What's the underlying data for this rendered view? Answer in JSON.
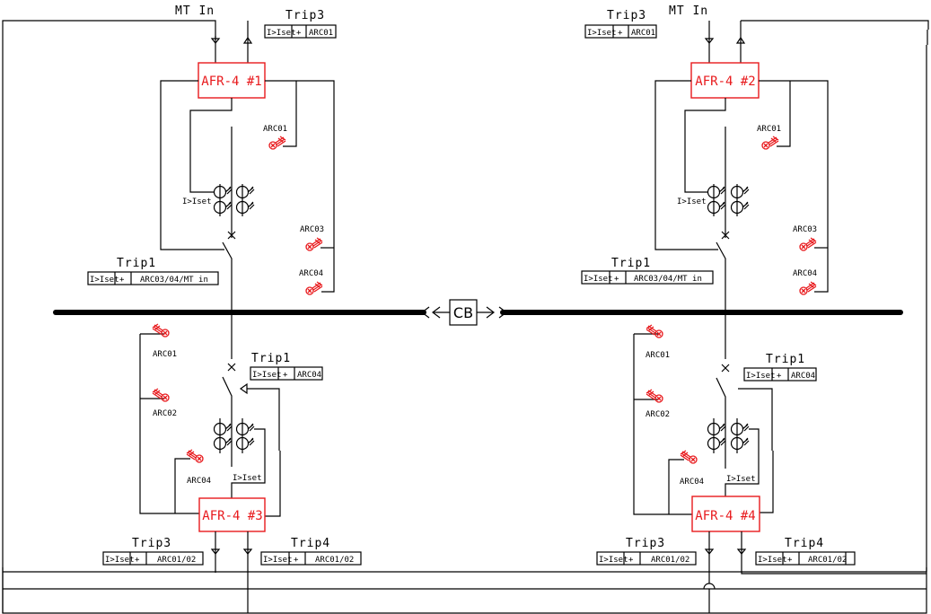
{
  "diagram": {
    "title": "Arc flash protection single-line diagram",
    "colors": {
      "relay": "#e8191c",
      "line": "#000000"
    },
    "coupler": {
      "label": "CB"
    },
    "relays": [
      {
        "id": "r1",
        "label": "AFR-4 #1"
      },
      {
        "id": "r2",
        "label": "AFR-4 #2"
      },
      {
        "id": "r3",
        "label": "AFR-4 #3"
      },
      {
        "id": "r4",
        "label": "AFR-4 #4"
      }
    ],
    "inputs": {
      "mt_in_left": "MT In",
      "mt_in_right": "MT In"
    },
    "ct_labels": {
      "r1": "I>Iset",
      "r2": "I>Iset",
      "r3": "I>Iset",
      "r4": "I>Iset"
    },
    "sensors": {
      "r1": [
        "ARC01",
        "ARC03",
        "ARC04"
      ],
      "r2": [
        "ARC01",
        "ARC03",
        "ARC04"
      ],
      "r3": [
        "ARC01",
        "ARC02",
        "ARC04"
      ],
      "r4": [
        "ARC01",
        "ARC02",
        "ARC04"
      ]
    },
    "trip_tables": {
      "r1_trip3": {
        "title": "Trip3",
        "cells": [
          "I>Iset",
          "+",
          "ARC01"
        ]
      },
      "r1_trip1": {
        "title": "Trip1",
        "cells": [
          "I>Iset",
          "+",
          "ARC03/04/MT in"
        ]
      },
      "r2_trip3": {
        "title": "Trip3",
        "cells": [
          "I>Iset",
          "+",
          "ARC01"
        ]
      },
      "r2_trip1": {
        "title": "Trip1",
        "cells": [
          "I>Iset",
          "+",
          "ARC03/04/MT in"
        ]
      },
      "r3_trip1": {
        "title": "Trip1",
        "cells": [
          "I>Iset",
          "+",
          "ARC04"
        ]
      },
      "r3_trip3": {
        "title": "Trip3",
        "cells": [
          "I>Iset",
          "+",
          "ARC01/02"
        ]
      },
      "r3_trip4": {
        "title": "Trip4",
        "cells": [
          "I>Iset",
          "+",
          "ARC01/02"
        ]
      },
      "r4_trip1": {
        "title": "Trip1",
        "cells": [
          "I>Iset",
          "+",
          "ARC04"
        ]
      },
      "r4_trip3": {
        "title": "Trip3",
        "cells": [
          "I>Iset",
          "+",
          "ARC01/02"
        ]
      },
      "r4_trip4": {
        "title": "Trip4",
        "cells": [
          "I>Iset",
          "+",
          "ARC01/02"
        ]
      }
    }
  }
}
